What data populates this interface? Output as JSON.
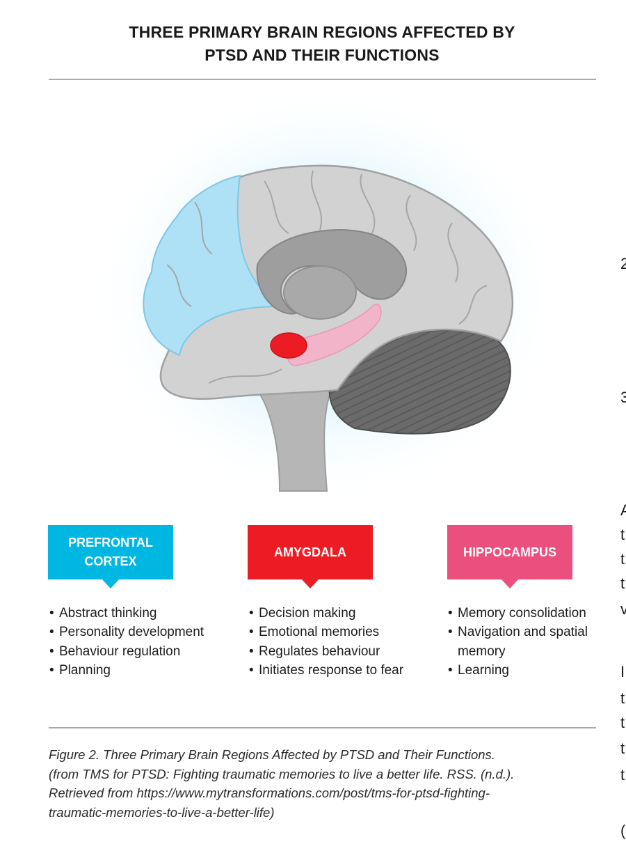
{
  "title": {
    "line1": "THREE PRIMARY BRAIN REGIONS AFFECTED BY",
    "line2": "PTSD AND THEIR FUNCTIONS"
  },
  "colors": {
    "prefrontal": "#00b7e2",
    "amygdala": "#ed1c24",
    "hippocampus": "#ea4f7e",
    "brain_gray": "#d4d4d4",
    "prefrontal_region_fill": "#aee1f5",
    "hippocampus_region_fill": "#f2b4c8"
  },
  "regions": [
    {
      "label_line1": "PREFRONTAL",
      "label_line2": "CORTEX",
      "functions": [
        "Abstract thinking",
        "Personality development",
        "Behaviour regulation",
        "Planning"
      ]
    },
    {
      "label_line1": "AMYGDALA",
      "label_line2": "",
      "functions": [
        "Decision making",
        "Emotional memories",
        "Regulates behaviour",
        "Initiates response to fear"
      ]
    },
    {
      "label_line1": "HIPPOCAMPUS",
      "label_line2": "",
      "functions": [
        "Memory consolidation",
        "Navigation and spatial",
        "memory",
        "Learning"
      ]
    }
  ],
  "caption": {
    "line1": "Figure 2. Three Primary Brain Regions Affected by PTSD and Their Functions.",
    "line2": "(from TMS for PTSD: Fighting traumatic memories to live a better life. RSS. (n.d.).",
    "line3": "Retrieved from https://www.mytransformations.com/post/tms-for-ptsd-fighting-",
    "line4": "traumatic-memories-to-live-a-better-life)"
  },
  "right_edge_fragments": [
    "2",
    "3",
    "A",
    "t",
    "t",
    "t",
    "v",
    "I",
    "t",
    "t",
    "t",
    "t",
    "("
  ]
}
